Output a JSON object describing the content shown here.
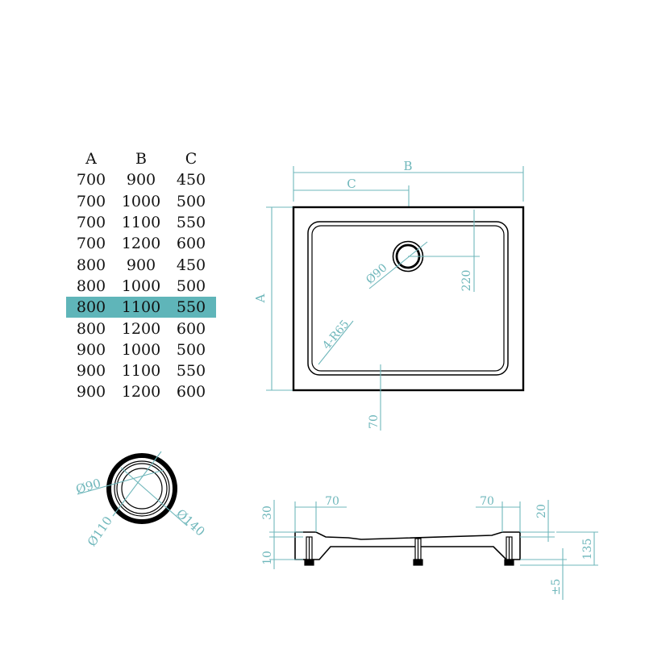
{
  "table": {
    "headers": [
      "A",
      "B",
      "C"
    ],
    "rows": [
      [
        "700",
        "900",
        "450"
      ],
      [
        "700",
        "1000",
        "500"
      ],
      [
        "700",
        "1100",
        "550"
      ],
      [
        "700",
        "1200",
        "600"
      ],
      [
        "800",
        "900",
        "450"
      ],
      [
        "800",
        "1000",
        "500"
      ],
      [
        "800",
        "1100",
        "550"
      ],
      [
        "800",
        "1200",
        "600"
      ],
      [
        "900",
        "1000",
        "500"
      ],
      [
        "900",
        "1100",
        "550"
      ],
      [
        "900",
        "1200",
        "600"
      ]
    ],
    "selected_row": 6,
    "highlight_color": "#5fb5b9"
  },
  "top_view": {
    "label_b": "B",
    "label_c": "C",
    "label_a": "A",
    "label_drain": "Ø90",
    "label_drain_offset": "220",
    "label_radius": "4-R65",
    "label_rim": "70"
  },
  "drain_detail": {
    "label_inner": "Ø90",
    "label_mid": "Ø110",
    "label_outer": "Ø140"
  },
  "side_view": {
    "label_left_rim": "70",
    "label_right_rim": "70",
    "label_left_top": "30",
    "label_left_bottom": "10",
    "label_right_top": "20",
    "label_height": "135",
    "label_tolerance": "±5"
  },
  "colors": {
    "dimension": "#6fb7bb",
    "outline": "#000000"
  }
}
